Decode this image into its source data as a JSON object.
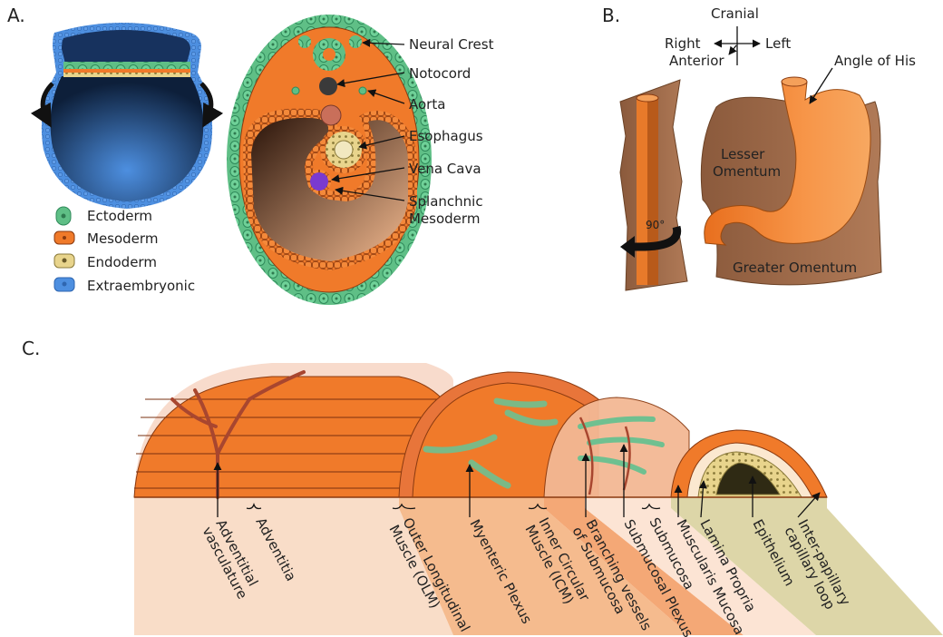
{
  "panels": {
    "a": "A.",
    "b": "B.",
    "c": "C."
  },
  "legend": [
    {
      "label": "Ectoderm",
      "color": "#5fbf86"
    },
    {
      "label": "Mesoderm",
      "color": "#f07a2a"
    },
    {
      "label": "Endoderm",
      "color": "#e8d48c"
    },
    {
      "label": "Extraembryonic",
      "color": "#4d8fe0"
    }
  ],
  "cross_section_labels": [
    "Neural Crest",
    "Notocord",
    "Aorta",
    "Esophagus",
    "Vena Cava",
    "Splanchnic",
    "Mesoderm"
  ],
  "compass": {
    "cranial": "Cranial",
    "right": "Right",
    "left": "Left",
    "anterior": "Anterior"
  },
  "stomach_labels": {
    "angle": "Angle of His",
    "lesser_1": "Lesser",
    "lesser_2": "Omentum",
    "greater": "Greater Omentum",
    "rotation": "90°"
  },
  "layers": [
    [
      "Adventitial",
      "vasculature"
    ],
    [
      "Adventitia"
    ],
    [
      "Outer Longitudinal",
      "Muscle (OLM)"
    ],
    [
      "Myenteric Plexus"
    ],
    [
      "Inner Circular",
      "Muscle (ICM)"
    ],
    [
      "Branching vessels",
      "of Submucosa"
    ],
    [
      "Submucosal Plexus"
    ],
    [
      "Submucosa"
    ],
    [
      "Muscularis Mucosa"
    ],
    [
      "Lamina Propria"
    ],
    [
      "Epithelium"
    ],
    [
      "Inter-papillary",
      "capillary loop"
    ]
  ],
  "colors": {
    "mesoderm": "#f07a2a",
    "ectoderm": "#5fbf86",
    "endoderm": "#e8d48c",
    "extraembryonic": "#4d8fe0",
    "omentum": "#a86f50",
    "vessel": "#a8462f"
  }
}
